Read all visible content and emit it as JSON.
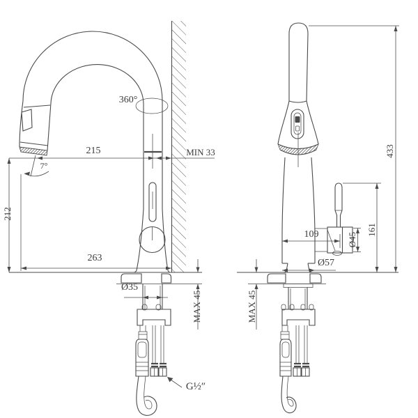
{
  "drawing": {
    "kind": "technical-drawing",
    "subject": "pull-down kitchen faucet installation dimension drawing",
    "views": {
      "left": "side view against wall",
      "right": "front-side view with lever handle"
    },
    "labels": {
      "rotation": "360°",
      "spout_reach": "215",
      "min_wall": "MIN 33",
      "spray_angle": "7°",
      "spout_height": "212",
      "total_reach": "263",
      "shank_diameter": "Ø35",
      "max_deck_left": "MAX 45",
      "thread": "G½″",
      "total_height": "433",
      "handle_offset": "109",
      "handle_diameter": "Ø45",
      "handle_height": "161",
      "body_diameter": "Ø57",
      "max_deck_right": "MAX 45"
    },
    "colors": {
      "line": "#4a4a4a",
      "text": "#3c3c3c",
      "background": "#ffffff"
    }
  }
}
